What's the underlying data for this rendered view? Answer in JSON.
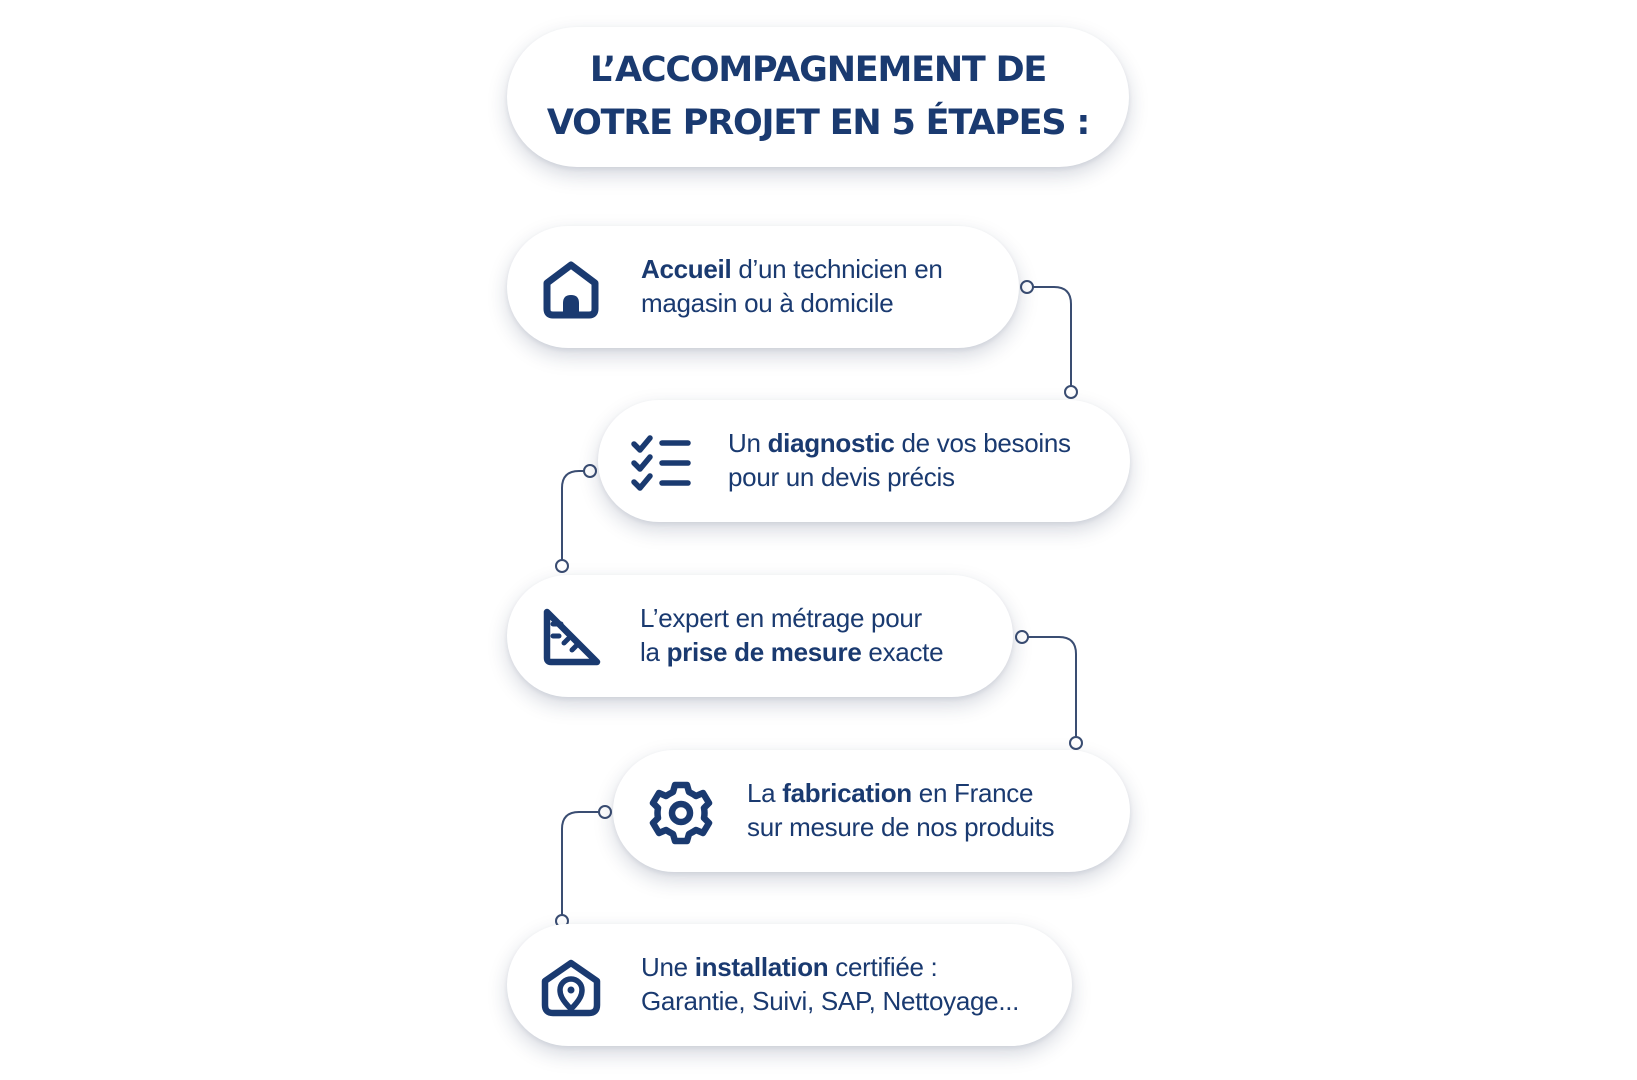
{
  "title": {
    "line1": "L’ACCOMPAGNEMENT DE",
    "line2": "VOTRE PROJET EN 5 ÉTAPES :"
  },
  "steps": [
    {
      "icon": "house-icon",
      "line1": {
        "bold": "Accueil",
        "rest": " d’un technicien en"
      },
      "line2": "magasin ou à domicile"
    },
    {
      "icon": "checklist-icon",
      "line1": {
        "pre": "Un ",
        "bold": "diagnostic",
        "rest": " de vos besoins"
      },
      "line2": "pour un devis précis"
    },
    {
      "icon": "ruler-triangle-icon",
      "line1": "L’expert en métrage pour",
      "line2": {
        "pre": "la ",
        "bold": "prise de mesure",
        "rest": " exacte"
      }
    },
    {
      "icon": "gear-icon",
      "line1": {
        "pre": "La ",
        "bold": "fabrication",
        "rest": " en France"
      },
      "line2": "sur mesure de nos produits"
    },
    {
      "icon": "home-location-icon",
      "line1": {
        "pre": "Une ",
        "bold": "installation",
        "rest": " certifiée :"
      },
      "line2": "Garantie, Suivi, SAP, Nettoyage..."
    }
  ],
  "colors": {
    "primary": "#1a3a70",
    "connector": "#3a4d72",
    "background": "#ffffff"
  }
}
